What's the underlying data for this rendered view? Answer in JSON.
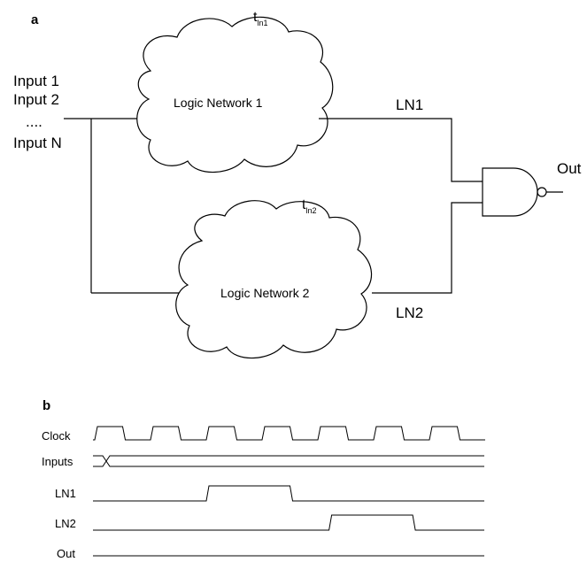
{
  "panels": {
    "a": "a",
    "b": "b"
  },
  "inputs": {
    "line1": "Input 1",
    "line2": "Input 2",
    "line3": "....",
    "line4": "Input N"
  },
  "networks": {
    "ln1": {
      "label": "Logic Network 1",
      "t_base": "t",
      "t_sub": "ln1",
      "output": "LN1"
    },
    "ln2": {
      "label": "Logic Network 2",
      "t_base": "t",
      "t_sub": "ln2",
      "output": "LN2"
    }
  },
  "gate": {
    "type": "NAND",
    "output_label": "Out"
  },
  "timing": {
    "signals": [
      "Clock",
      "Inputs",
      "LN1",
      "LN2",
      "Out"
    ],
    "clock_cycles": 7,
    "ln1_high": {
      "from_cycle": 2,
      "to_cycle": 3.5
    },
    "ln2_high": {
      "from_cycle": 4.2,
      "to_cycle": 5.7
    },
    "out_level": "low"
  }
}
